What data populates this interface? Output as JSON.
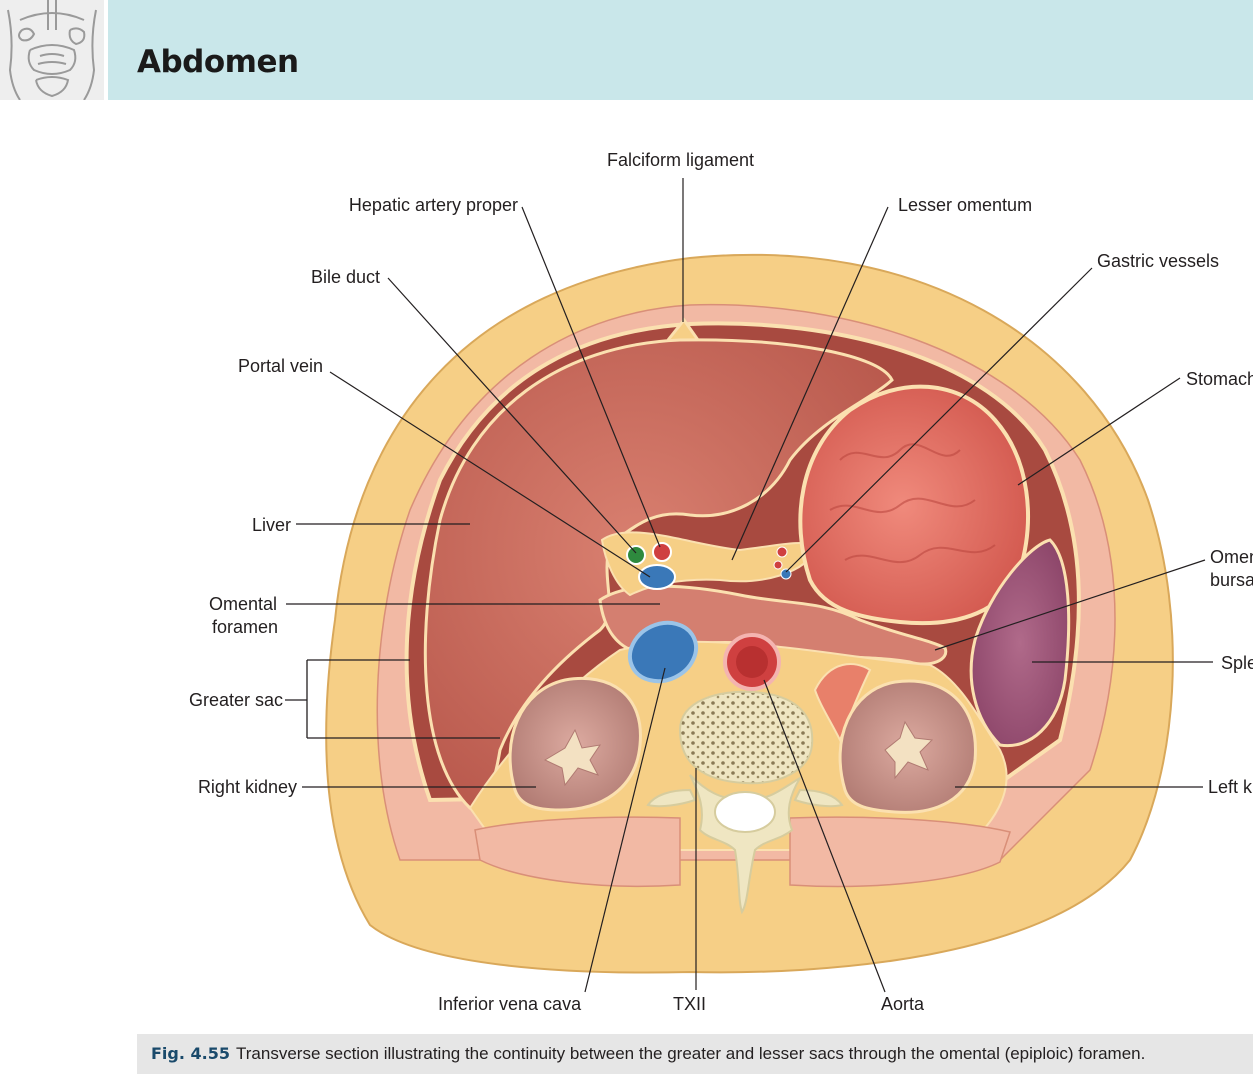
{
  "header": {
    "title": "Abdomen"
  },
  "labels": {
    "falciform_ligament": "Falciform ligament",
    "hepatic_artery_proper": "Hepatic artery proper",
    "lesser_omentum": "Lesser omentum",
    "gastric_vessels": "Gastric vessels",
    "bile_duct": "Bile duct",
    "portal_vein": "Portal vein",
    "stomach": "Stomach",
    "liver": "Liver",
    "omental_bursa_1": "Omental",
    "omental_bursa_2": "bursa",
    "omental_foramen_1": "Omental",
    "omental_foramen_2": "foramen",
    "spleen": "Spleen",
    "greater_sac": "Greater sac",
    "right_kidney": "Right kidney",
    "left_kidney": "Left kidney",
    "inferior_vena_cava": "Inferior vena cava",
    "txii": "TXII",
    "aorta": "Aorta"
  },
  "caption": {
    "figure_number": "Fig. 4.55",
    "text": "Transverse section illustrating the continuity between the greater and lesser sacs through the omental (epiploic) foramen."
  },
  "colors": {
    "header_band": "#c9e7ea",
    "fat": "#f6cf86",
    "muscle": "#f2b3a0",
    "liver": "#c9685a",
    "stomach": "#e0776b",
    "spleen": "#9e5478",
    "kidney": "#c9948a",
    "vein": "#3a78b8",
    "artery": "#cf4040",
    "bile": "#2e8a3e",
    "bone": "#ede4bf"
  }
}
